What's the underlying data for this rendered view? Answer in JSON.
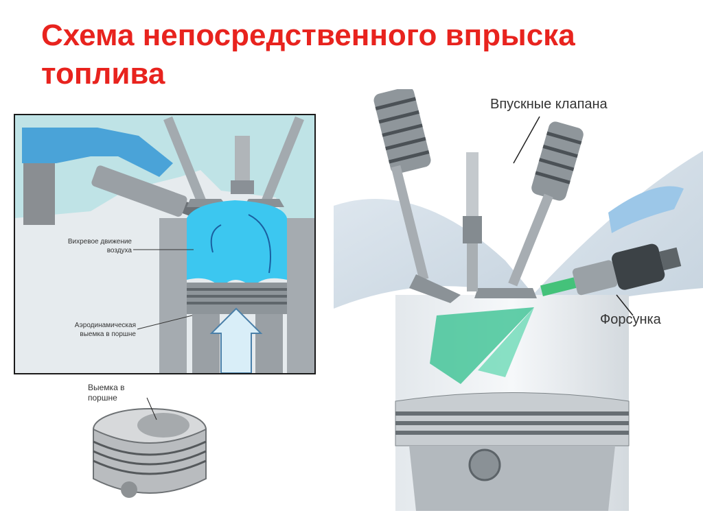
{
  "slide": {
    "title_line1": "Схема непосредственного впрыска",
    "title_line2": "топлива"
  },
  "cutaway": {
    "swirl_label_line1": "Вихревое движение",
    "swirl_label_line2": "воздуха",
    "bowl_label_line1": "Аэродинамическая",
    "bowl_label_line2": "выемка в поршне"
  },
  "piston_photo": {
    "label_line1": "Выемка в",
    "label_line2": "поршне"
  },
  "engine_render": {
    "intake_valves_label": "Впускные клапана",
    "injector_label": "Форсунка"
  },
  "colors": {
    "title": "#e8231e",
    "air_blue": "#3cc7f0",
    "fuel_spray": "#2fbf8c",
    "intake_port": "#4aa3d8"
  }
}
